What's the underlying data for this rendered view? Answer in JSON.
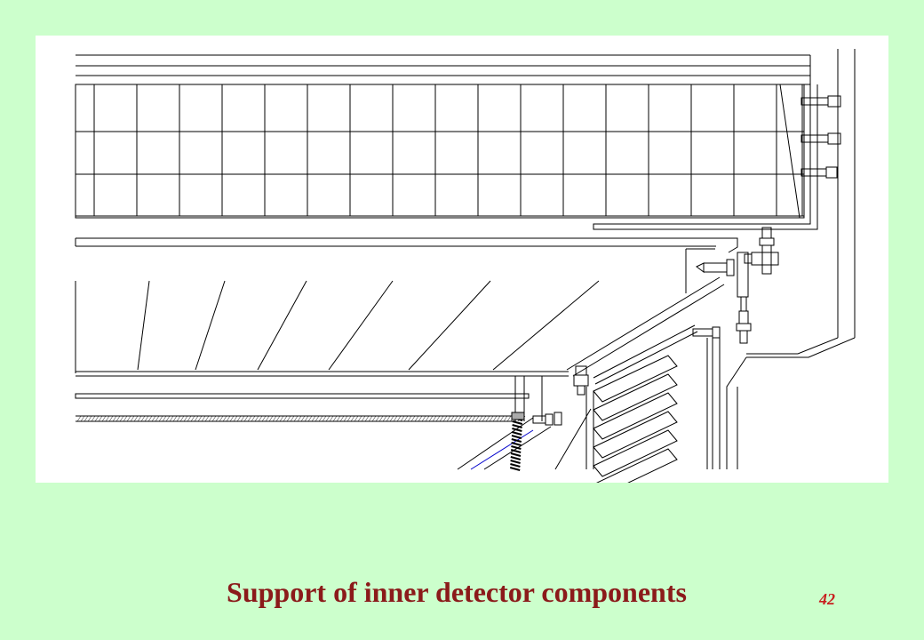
{
  "slide": {
    "title": "Support of inner detector components",
    "page_number": "42"
  },
  "colors": {
    "background": "#CCFFCC",
    "panel": "#FFFFFF",
    "line": "#000000",
    "accent_line": "#0000CC",
    "title": "#8B1A1A",
    "page_number": "#C81E1E"
  },
  "drawing": {
    "description_icons": [
      "technical-drawing"
    ],
    "components": [
      "calorimeter-module-grid",
      "barrel-support-tube",
      "hatched-region",
      "end-flange",
      "bolt-assemblies",
      "louvre-plates",
      "cable-spring"
    ]
  }
}
